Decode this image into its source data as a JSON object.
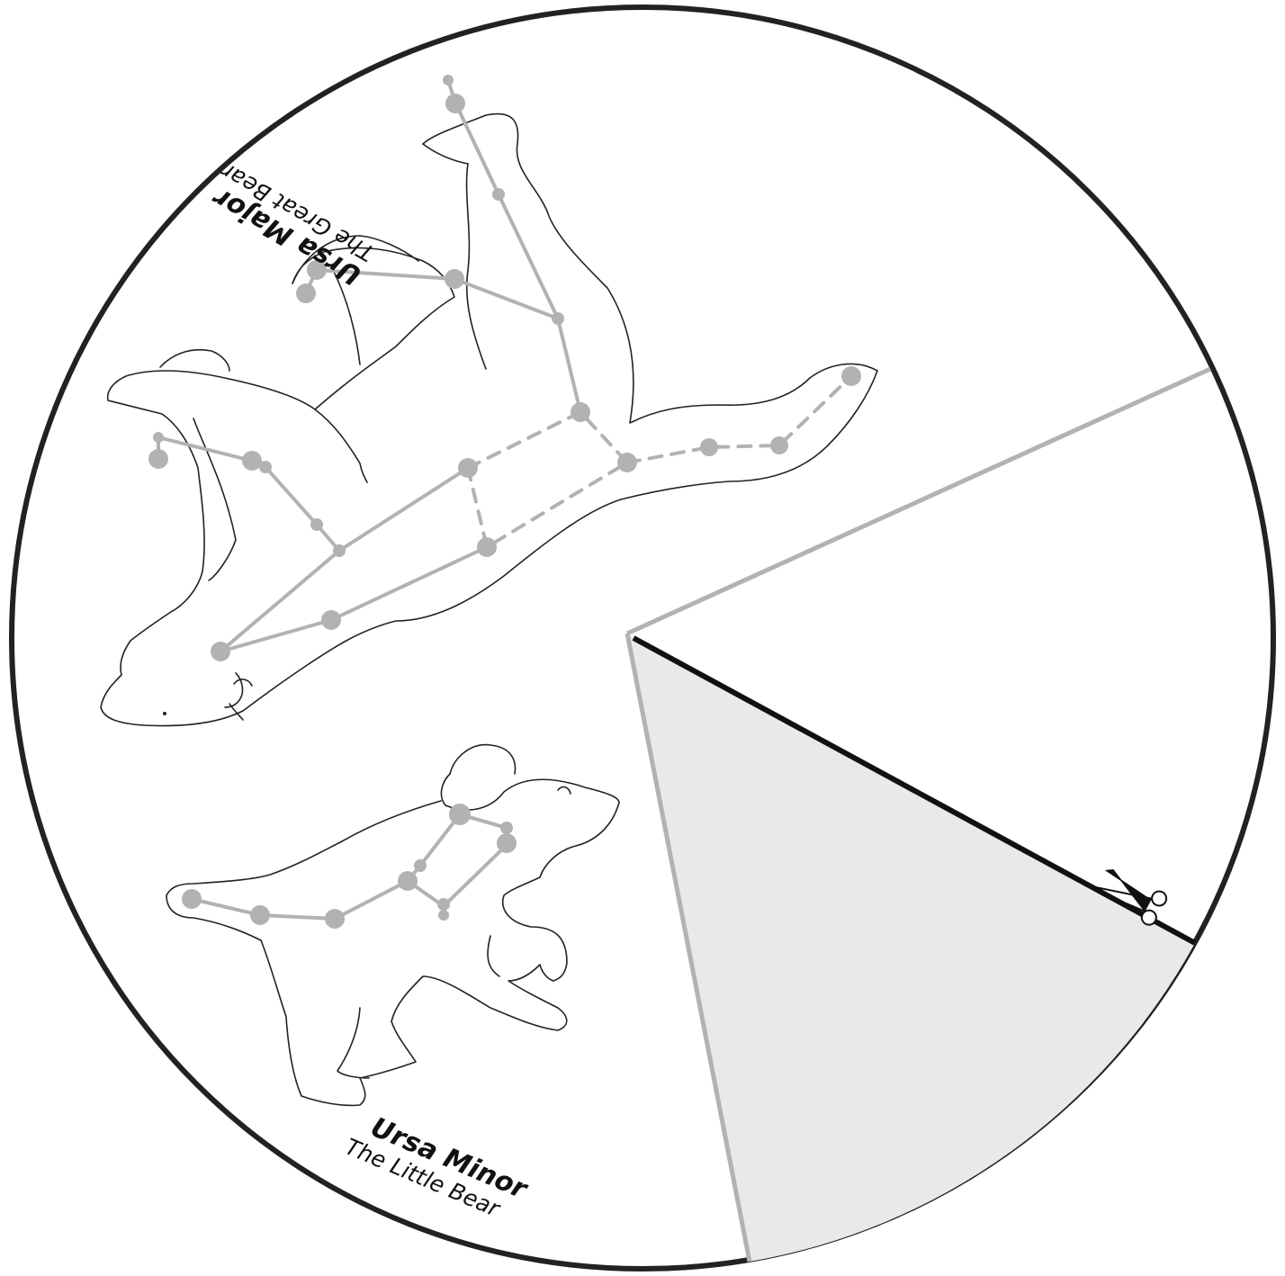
{
  "constellations": {
    "ursa_major": {
      "title": "Ursa Major",
      "subtitle": "The Great Bear"
    },
    "ursa_minor": {
      "title": "Ursa Minor",
      "subtitle": "The Little Bear"
    }
  },
  "cut_icon": "scissors-icon",
  "colors": {
    "disc_border": "#222222",
    "constellation_line": "#b2b2b2",
    "window_fill": "#e8e9eb",
    "outline": "#222222"
  }
}
